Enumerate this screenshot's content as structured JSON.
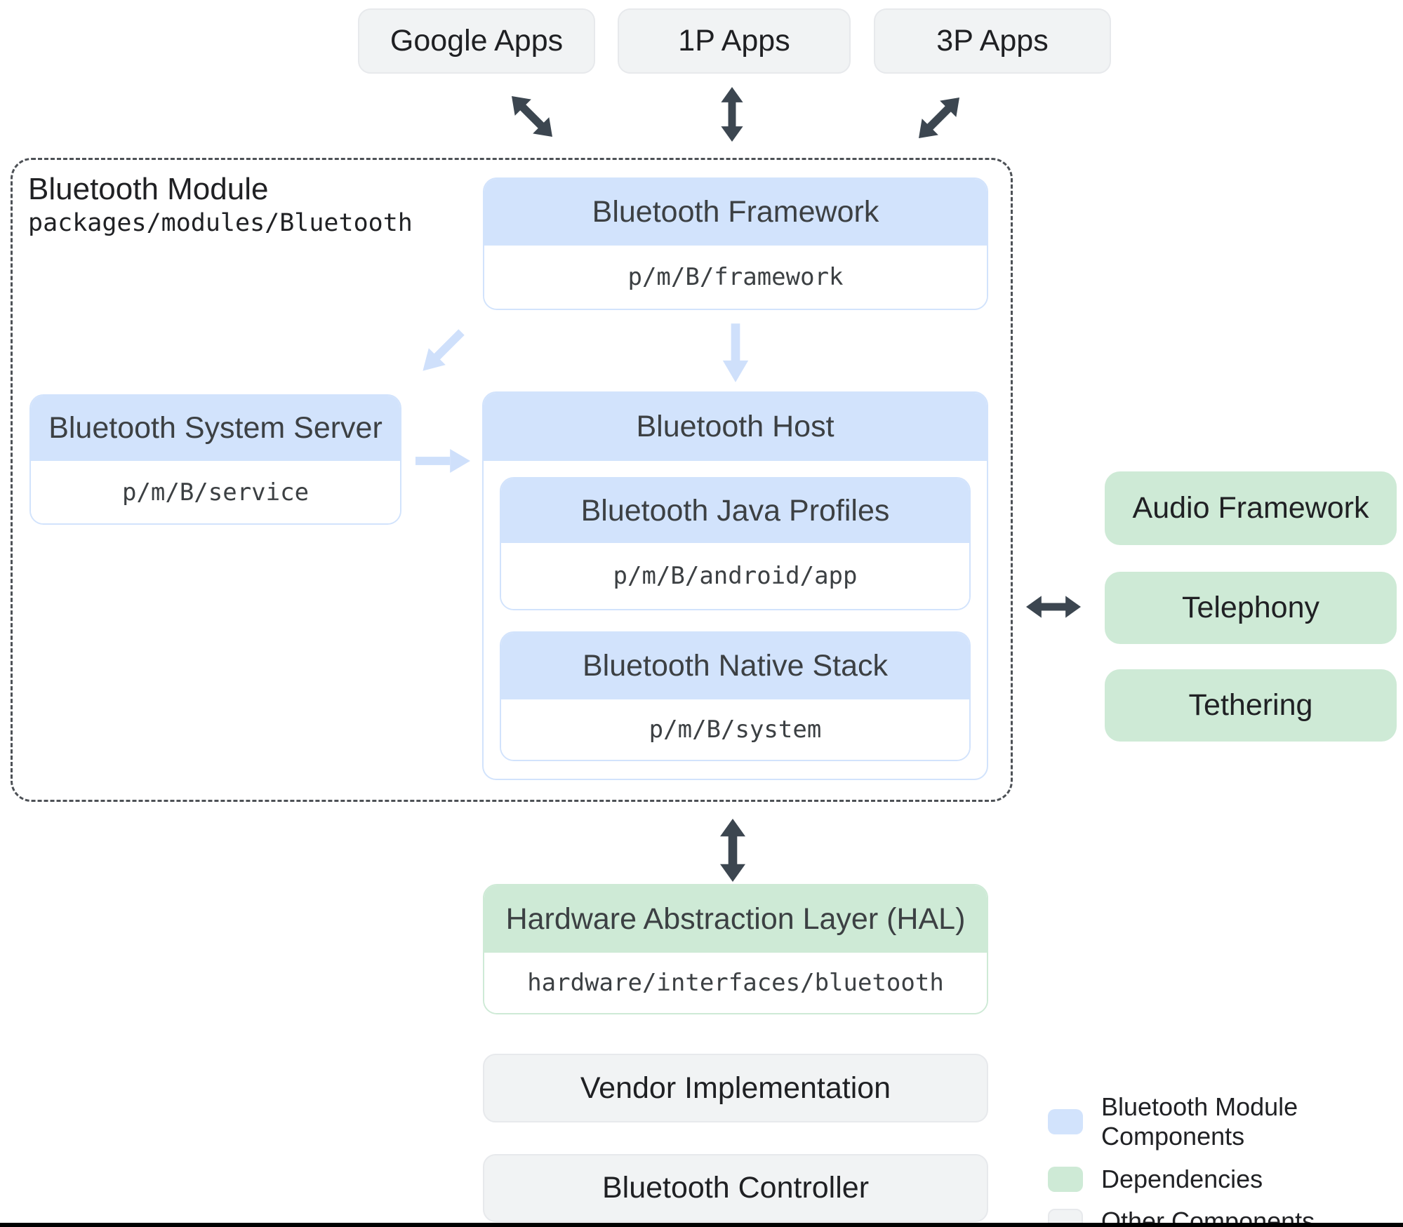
{
  "colors": {
    "module_component_fill": "#d2e3fc",
    "dependency_fill": "#ceead6",
    "other_fill": "#f1f3f4",
    "dark_arrow": "#3c4650",
    "light_arrow": "#cfe0fb"
  },
  "top_apps": {
    "google": "Google Apps",
    "first_party": "1P Apps",
    "third_party": "3P Apps"
  },
  "module": {
    "title": "Bluetooth Module",
    "path": "packages/modules/Bluetooth",
    "framework": {
      "title": "Bluetooth Framework",
      "path": "p/m/B/framework"
    },
    "system_server": {
      "title": "Bluetooth System Server",
      "path": "p/m/B/service"
    },
    "host": {
      "title": "Bluetooth Host",
      "java_profiles": {
        "title": "Bluetooth Java Profiles",
        "path": "p/m/B/android/app"
      },
      "native_stack": {
        "title": "Bluetooth Native Stack",
        "path": "p/m/B/system"
      }
    }
  },
  "dependencies": {
    "audio": "Audio Framework",
    "telephony": "Telephony",
    "tethering": "Tethering"
  },
  "hal": {
    "title": "Hardware Abstraction Layer (HAL)",
    "path": "hardware/interfaces/bluetooth"
  },
  "other_components": {
    "vendor": "Vendor Implementation",
    "controller": "Bluetooth Controller"
  },
  "legend": {
    "module_components": {
      "label": "Bluetooth Module Components",
      "color": "#d2e3fc"
    },
    "dependencies": {
      "label": "Dependencies",
      "color": "#ceead6"
    },
    "other_components": {
      "label": "Other Components",
      "color": "#f1f3f4"
    }
  }
}
